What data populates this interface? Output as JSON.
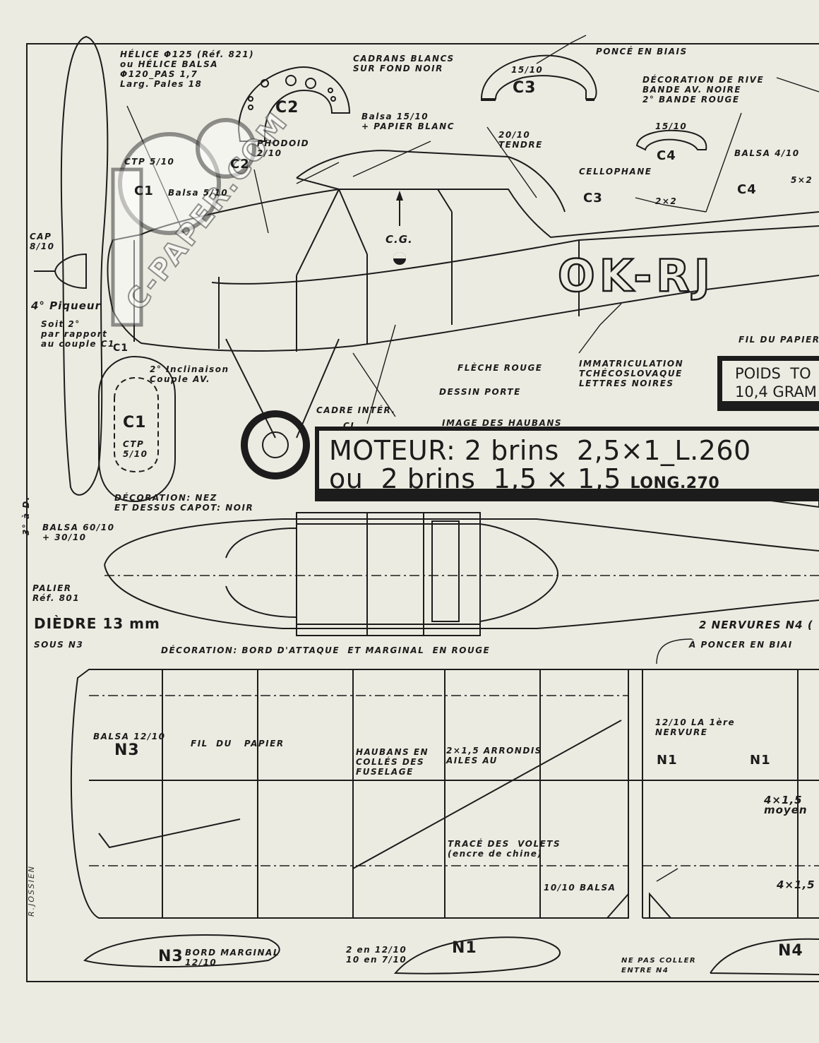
{
  "watermark": "C-PAPER.COM",
  "signature": "R.JOSSIEN",
  "registration": "OK-RJ",
  "motor": {
    "line1": "MOTEUR: 2 brins  2,5×1_L.260",
    "line2": "ou  2 brins  1,5 × 1,5",
    "line2_small": "LONG.270"
  },
  "weight": {
    "line1": "POIDS  TO",
    "line2": "10,4 GRAM"
  },
  "labels": {
    "helice": "HÉLICE Φ125 (Réf. 821)\nou HÉLICE BALSA\nΦ120_PAS 1,7\nLarg. Pales 18",
    "cadrans": "CADRANS BLANCS\nSUR FOND NOIR",
    "ponce": "PONCÉ EN BIAIS",
    "decoration_rive": "DÉCORATION DE RIVE\nBANDE AV. NOIRE\n2° BANDE ROUGE",
    "balsa_15_10": "Balsa 15/10\n+ PAPIER BLANC",
    "phodoid": "PHODOID\n2/10",
    "tendre": "20/10\nTENDRE",
    "fraction_15_10": "15/10",
    "fraction_15_10_b": "15/10",
    "cellophane": "CELLOPHANE",
    "balsa_4_10": "BALSA 4/10",
    "dim_5x2": "5×2",
    "dim_2x2": "2×2",
    "ctp_5_10": "CTP 5/10",
    "balsa_5_10": "Balsa 5/10",
    "cap": "CAP\n8/10",
    "cg": "C.G.",
    "piqueur": "4° Piqueur",
    "soit": "Soit 2°\npar rapport\nau couple C1",
    "inclinaison": "2° Inclinaison\nCouple AV.",
    "fleche_rouge": "FLÈCHE ROUGE",
    "dessin_porte": "DESSIN PORTE",
    "immatriculation": "IMMATRICULATION\nTCHÉCOSLOVAQUE\nLETTRES NOIRES",
    "fil_papier_top": "FIL DU PAPIER",
    "cadre_inter": "CADRE INTÉR.",
    "ci": "CI",
    "image_haubans": "IMAGE DES HAUBANS",
    "ctp_c1": "CTP\n5/10",
    "decoration_nez": "DÉCORATION: NEZ\nET DESSUS CAPOT: NOIR",
    "angle_3d": "3° à D.",
    "balsa_60_10": "BALSA 60/10\n+ 30/10",
    "palier": "PALIER\nRéf. 801",
    "diedre": "DIÈDRE 13 mm",
    "sous_n3": "SOUS N3",
    "nervures_n4": "2 NERVURES N4 (",
    "a_poncer": "À PONCER EN BIAI",
    "decoration_bord": "DÉCORATION: BORD D'ATTAQUE  ET MARGINAL  EN ROUGE",
    "balsa_12_10": "BALSA 12/10",
    "fil_papier_wing": "FIL  DU   PAPIER",
    "haubans_colles": "HAUBANS EN\nCOLLÉS DES\nFUSELAGE",
    "arrondis": "2×1,5 ARRONDIS\nAILES AU",
    "premiere_nervure": "12/10 LA 1ère\nNERVURE",
    "dim_4x1_5_moyen": "4×1,5\nmoyen",
    "trace_volets": "TRACÉ DES  VOLETS\n(encre de chine)",
    "balsa_10_10": "10/10 BALSA",
    "dim_4x1_5": "4×1,5",
    "bord_marginal": "BORD MARGINAL\n12/10",
    "deux_en": "2 en 12/10\n10 en 7/10",
    "ne_pas_coller": "NE PAS COLLER\nENTRE N4"
  },
  "part_tags": {
    "c1": "C1",
    "c1_b": "C1",
    "c1_c": "C1",
    "c2": "C2",
    "c2_b": "C2",
    "c3": "C3",
    "c3_b": "C3",
    "c4": "C4",
    "c4_b": "C4",
    "n1_a": "N1",
    "n1_b": "N1",
    "n1_c": "N1",
    "n3_a": "N3",
    "n3_b": "N3",
    "n4": "N4"
  }
}
